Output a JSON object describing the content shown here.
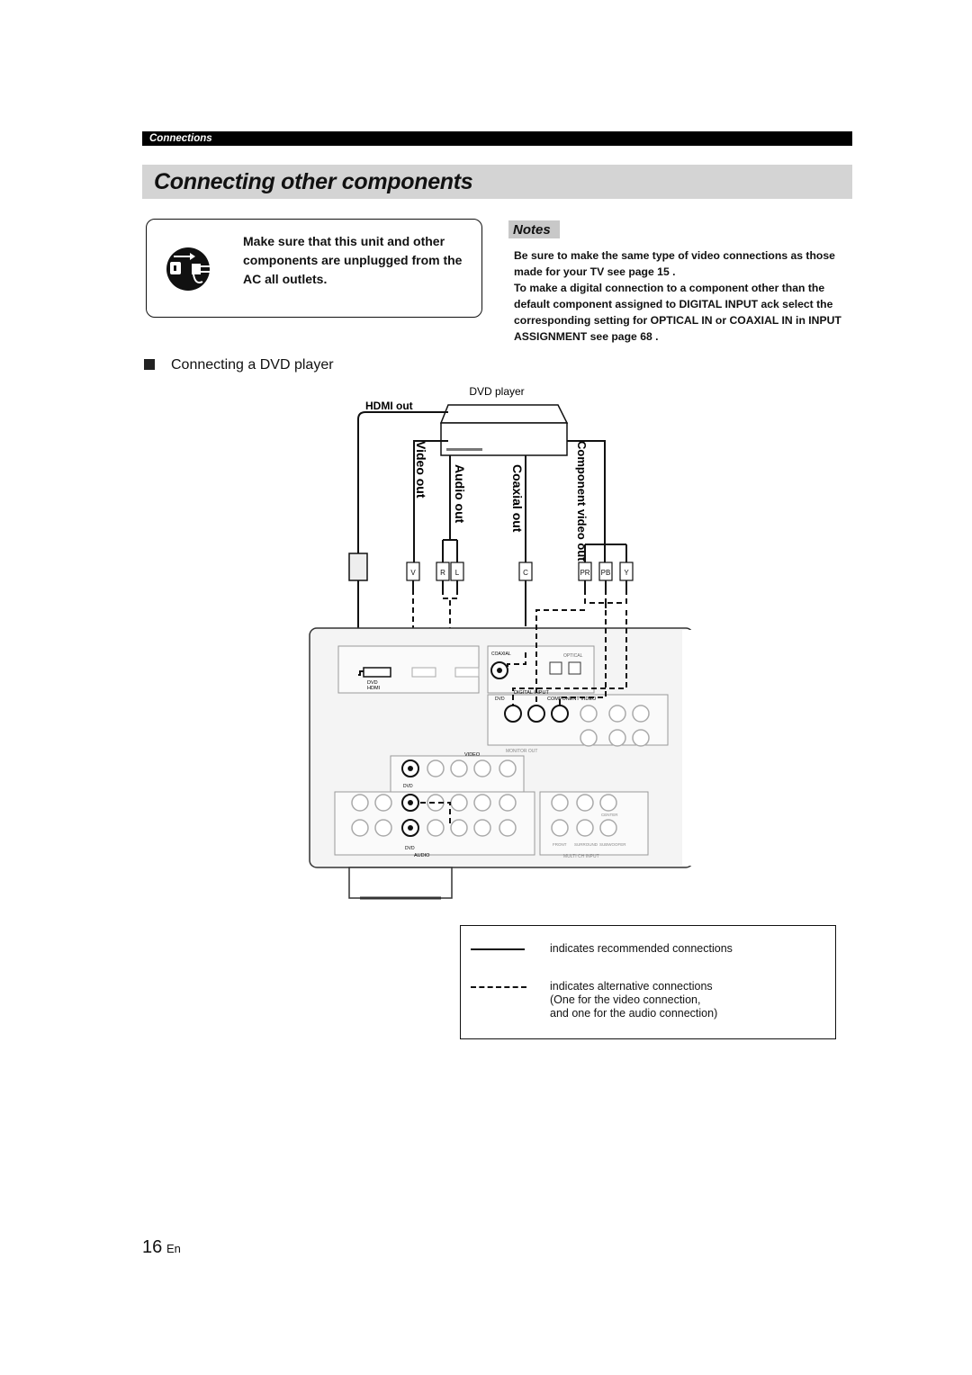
{
  "section": "Connections",
  "title": "Connecting other components",
  "warning": {
    "icon": "unplug-icon",
    "text": "Make sure that this unit and other components are unplugged from the AC   all outlets."
  },
  "notes": {
    "heading": "Notes",
    "items": [
      "Be sure to make the same type of video connections as those   made for your TV   see page 15  .",
      "To make a digital connection to  a component other than the   default component assigned to DIGITAL INPUT  ack  select   the corresponding setting for OPTICAL IN or COAXIAL   IN in INPUT ASSIGNMENT  see page 68  ."
    ]
  },
  "subheading": "Connecting a DVD player",
  "diagram": {
    "device": "DVD player",
    "hdmi_out": "HDMI out",
    "video_out": "Video out",
    "audio_out": "Audio out",
    "coaxial_out": "Coaxial out",
    "component_out": "Component video out",
    "plug_labels": {
      "v": "V",
      "r": "R",
      "l": "L",
      "c": "C",
      "pr": "PR",
      "pb": "PB",
      "y": "Y"
    },
    "receiver_labels": {
      "hdmi": "HDMI",
      "dvd": "DVD",
      "coaxial": "COAXIAL",
      "optical": "OPTICAL",
      "digital_input": "DIGITAL INPUT",
      "component_video": "COMPONENT VIDEO",
      "monitor_out": "MONITOR OUT",
      "video": "VIDEO",
      "audio": "AUDIO",
      "multi_ch_input": "MULTI CH INPUT",
      "front": "FRONT",
      "surround": "SURROUND",
      "subwoofer": "SUBWOOFER",
      "center": "CENTER"
    }
  },
  "legend": {
    "solid": "indicates recommended connections",
    "dashed": [
      "indicates alternative connections",
      "(One for the video connection,",
      "and one for the audio connection)"
    ]
  },
  "page": {
    "number": "16",
    "lang": "En"
  }
}
